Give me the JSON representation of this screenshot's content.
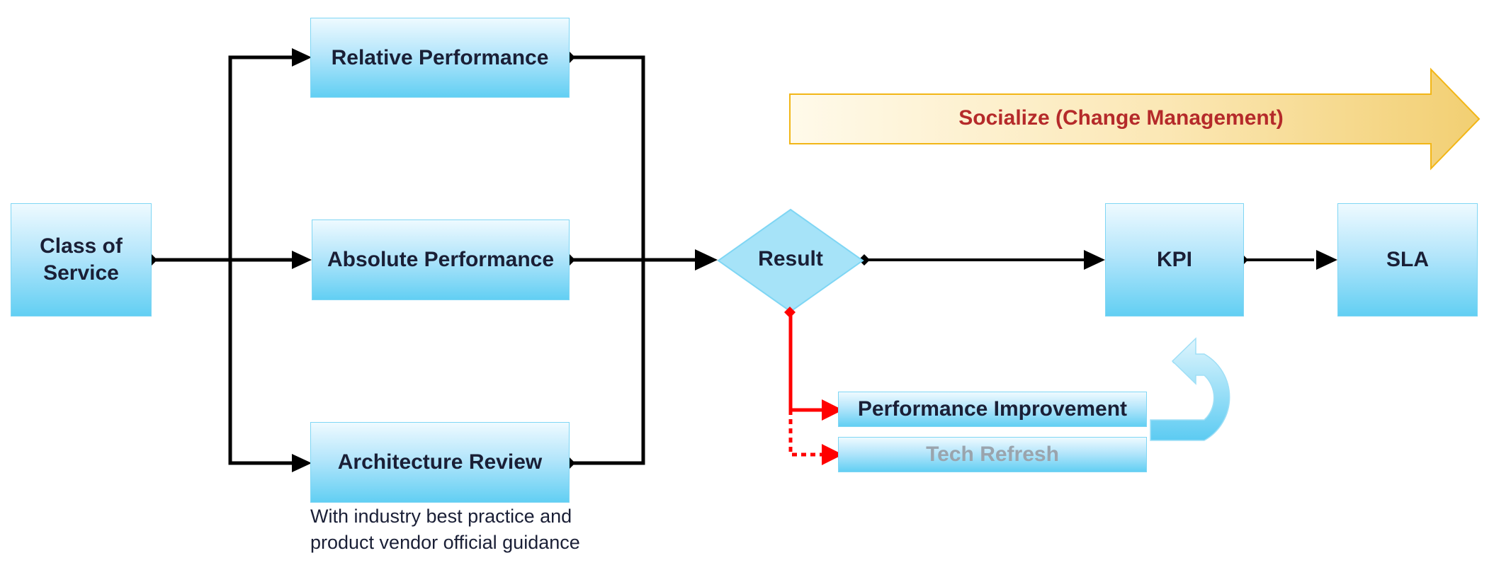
{
  "nodes": {
    "class_of_service": "Class of Service",
    "relative_performance": "Relative Performance",
    "absolute_performance": "Absolute Performance",
    "architecture_review": "Architecture Review",
    "result": "Result",
    "kpi": "KPI",
    "sla": "SLA",
    "performance_improvement": "Performance Improvement",
    "tech_refresh": "Tech Refresh"
  },
  "banner": {
    "label": "Socialize (Change Management)"
  },
  "note": {
    "line1": "With industry best practice and",
    "line2": "product vendor official guidance"
  },
  "colors": {
    "box_fill_top": "#eefaff",
    "box_fill_bottom": "#62cff3",
    "connector": "#000000",
    "feedback_connector": "#ff0000",
    "banner_text": "#b52a2a",
    "banner_fill": "#f2cf72",
    "banner_border": "#f2b617",
    "dim_text": "#9aa4ad"
  },
  "icons": {
    "loop": "u-turn-arrow-icon"
  }
}
